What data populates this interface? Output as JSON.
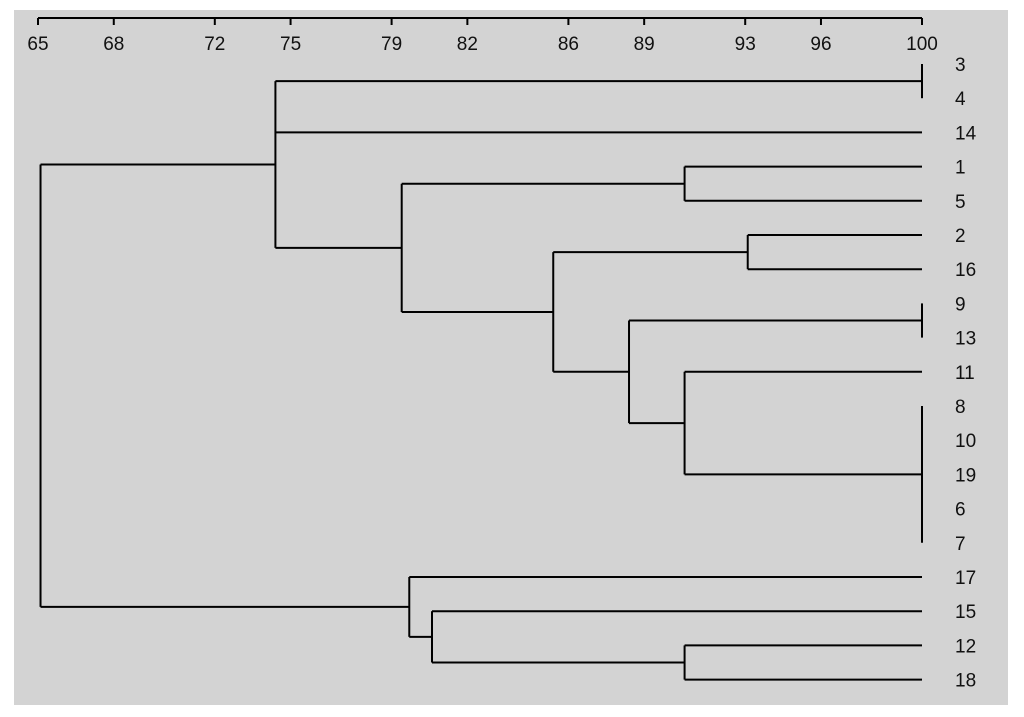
{
  "colors": {
    "background": "#d3d3d3",
    "lines": "#000000",
    "text": "#111111"
  },
  "diagram": {
    "type": "dendrogram",
    "axis": {
      "ticks": [
        65,
        68,
        72,
        75,
        79,
        82,
        86,
        89,
        93,
        96,
        100
      ],
      "range": [
        65,
        100
      ]
    },
    "leaves": [
      "3",
      "4",
      "14",
      "1",
      "5",
      "2",
      "16",
      "9",
      "13",
      "11",
      "8",
      "10",
      "19",
      "6",
      "7",
      "17",
      "15",
      "12",
      "18"
    ],
    "merges": [
      {
        "children": [
          "3",
          "4"
        ],
        "similarity": 100
      },
      {
        "children": [
          "9",
          "13"
        ],
        "similarity": 100
      },
      {
        "children": [
          "8",
          "10",
          "19",
          "6",
          "7"
        ],
        "similarity": 100
      },
      {
        "children": [
          "2",
          "16"
        ],
        "similarity": 93.1
      },
      {
        "children": [
          "1",
          "5"
        ],
        "similarity": 90.6
      },
      {
        "children": [
          "11",
          "8-10-19-6-7"
        ],
        "similarity": 90.6
      },
      {
        "children": [
          "12",
          "18"
        ],
        "similarity": 90.6
      },
      {
        "children": [
          "9-13",
          "11-8-10-19-6-7"
        ],
        "similarity": 88.4
      },
      {
        "children": [
          "2-16",
          "9-13-11-8-10-19-6-7"
        ],
        "similarity": 85.4
      },
      {
        "children": [
          "15",
          "12-18"
        ],
        "similarity": 80.6
      },
      {
        "children": [
          "17",
          "15-12-18"
        ],
        "similarity": 79.7
      },
      {
        "children": [
          "1-5",
          "2-16-9-13-11-8-10-19-6-7"
        ],
        "similarity": 79.4
      },
      {
        "children": [
          "3-4",
          "14",
          "1-5-2-16-9-13-11-8-10-19-6-7"
        ],
        "similarity": 74.4
      },
      {
        "children": [
          "3-4-14-1-5-2-16-9-13-11-8-10-19-6-7",
          "17-15-12-18"
        ],
        "similarity": 65.1
      }
    ]
  }
}
